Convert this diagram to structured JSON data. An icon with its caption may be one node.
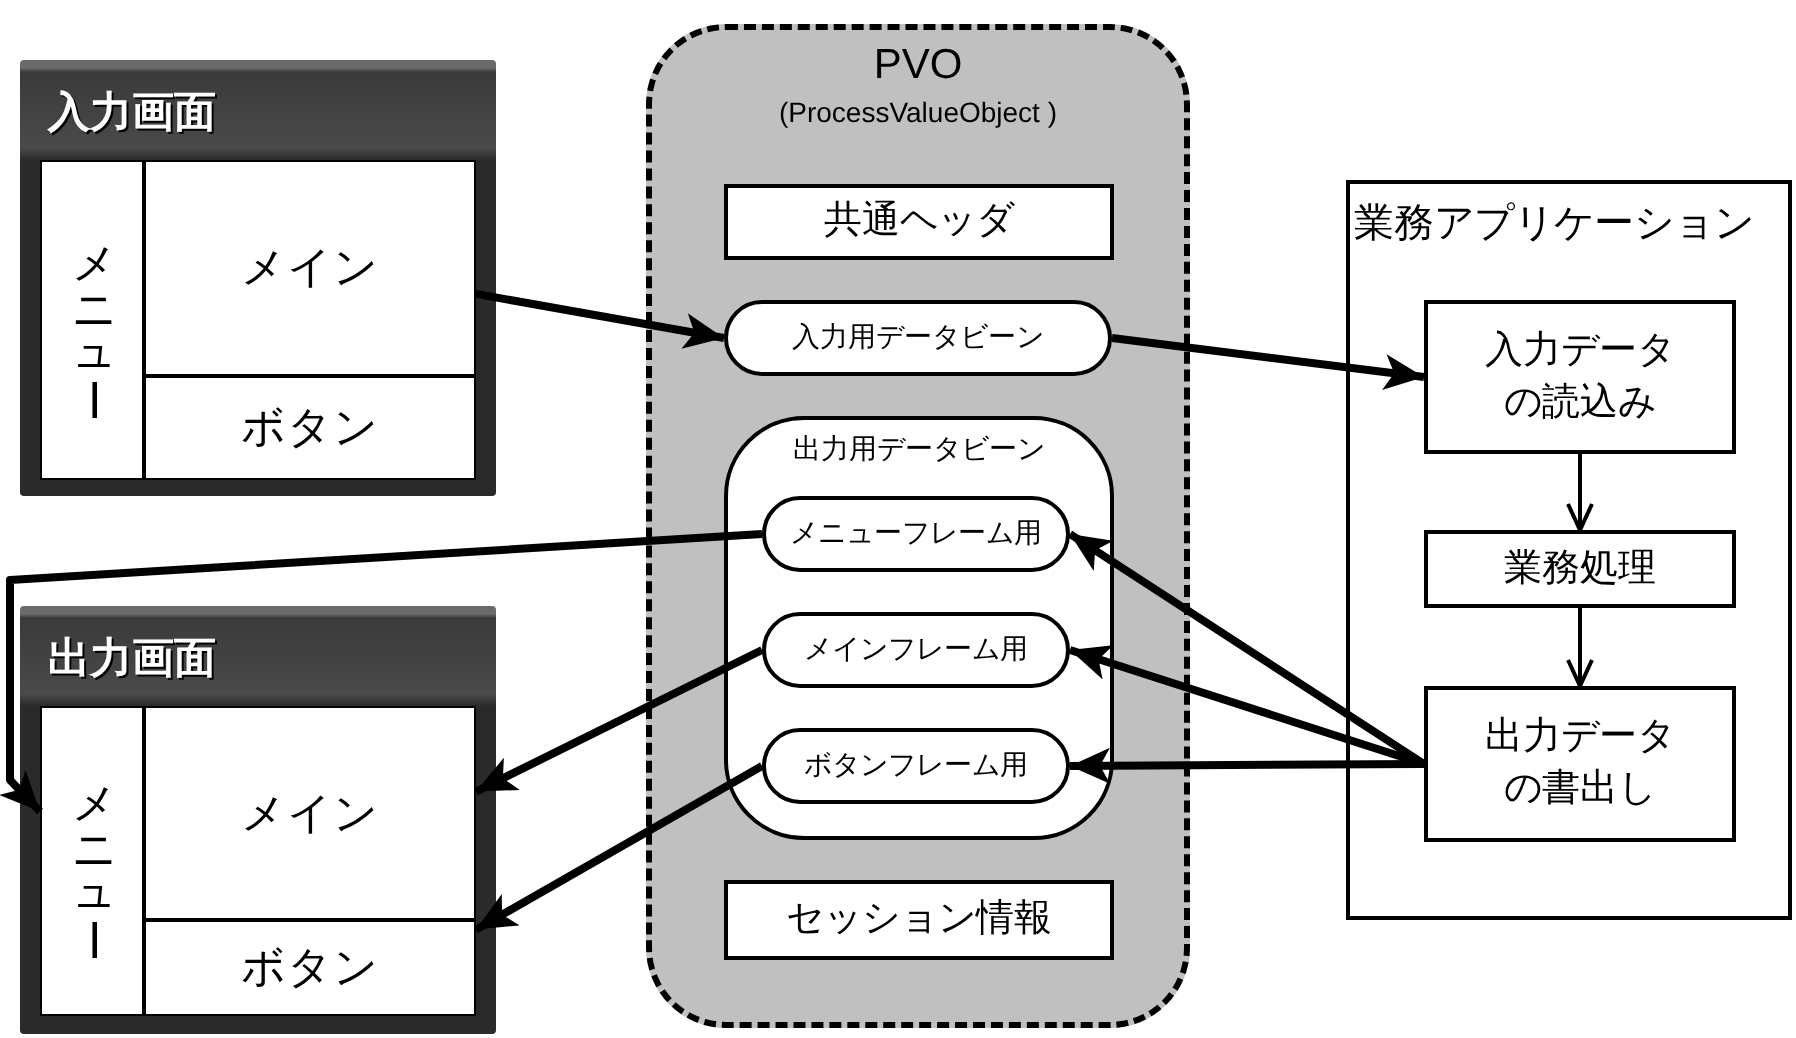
{
  "diagram": {
    "nodes": [
      {
        "text": [
          "入力画面"
        ]
      },
      {
        "text": [
          "メニュー"
        ],
        "in": 0
      },
      {
        "text": [
          "メイン"
        ],
        "in": 0
      },
      {
        "text": [
          "ボタン"
        ],
        "in": 0
      },
      {
        "text": [
          "出力画面"
        ]
      },
      {
        "text": [
          "メニュー"
        ],
        "in": 4
      },
      {
        "text": [
          "メイン"
        ],
        "in": 4
      },
      {
        "text": [
          "ボタン"
        ],
        "in": 4
      },
      {
        "text": [
          "PVO",
          "(ProcessValueObject )"
        ]
      },
      {
        "text": [
          "共通ヘッダ"
        ],
        "in": 8
      },
      {
        "text": [
          "入力用データビーン"
        ],
        "in": 8
      },
      {
        "text": [
          "出力用データビーン"
        ],
        "in": 8
      },
      {
        "text": [
          "メニューフレーム用"
        ],
        "in": 11
      },
      {
        "text": [
          "メインフレーム用"
        ],
        "in": 11
      },
      {
        "text": [
          "ボタンフレーム用"
        ],
        "in": 11
      },
      {
        "text": [
          "セッション情報"
        ],
        "in": 8
      },
      {
        "text": [
          "業務アプリケーション"
        ]
      },
      {
        "text": [
          "入力データの読込み"
        ],
        "in": 16
      },
      {
        "text": [
          "業務処理"
        ],
        "in": 16
      },
      {
        "text": [
          "出力データの書出し"
        ],
        "in": 16
      }
    ],
    "edges": [
      {
        "from": 2,
        "to": 10,
        "arrow": "to"
      },
      {
        "from": 10,
        "to": 17,
        "arrow": "to"
      },
      {
        "from": 17,
        "to": 18,
        "arrow": "to"
      },
      {
        "from": 18,
        "to": 19,
        "arrow": "to"
      },
      {
        "from": 19,
        "to": 12,
        "arrow": "to"
      },
      {
        "from": 19,
        "to": 13,
        "arrow": "to"
      },
      {
        "from": 19,
        "to": 14,
        "arrow": "to"
      },
      {
        "from": 12,
        "to": 5,
        "arrow": "to"
      },
      {
        "from": 13,
        "to": 6,
        "arrow": "to"
      },
      {
        "from": 14,
        "to": 7,
        "arrow": "to"
      }
    ]
  }
}
